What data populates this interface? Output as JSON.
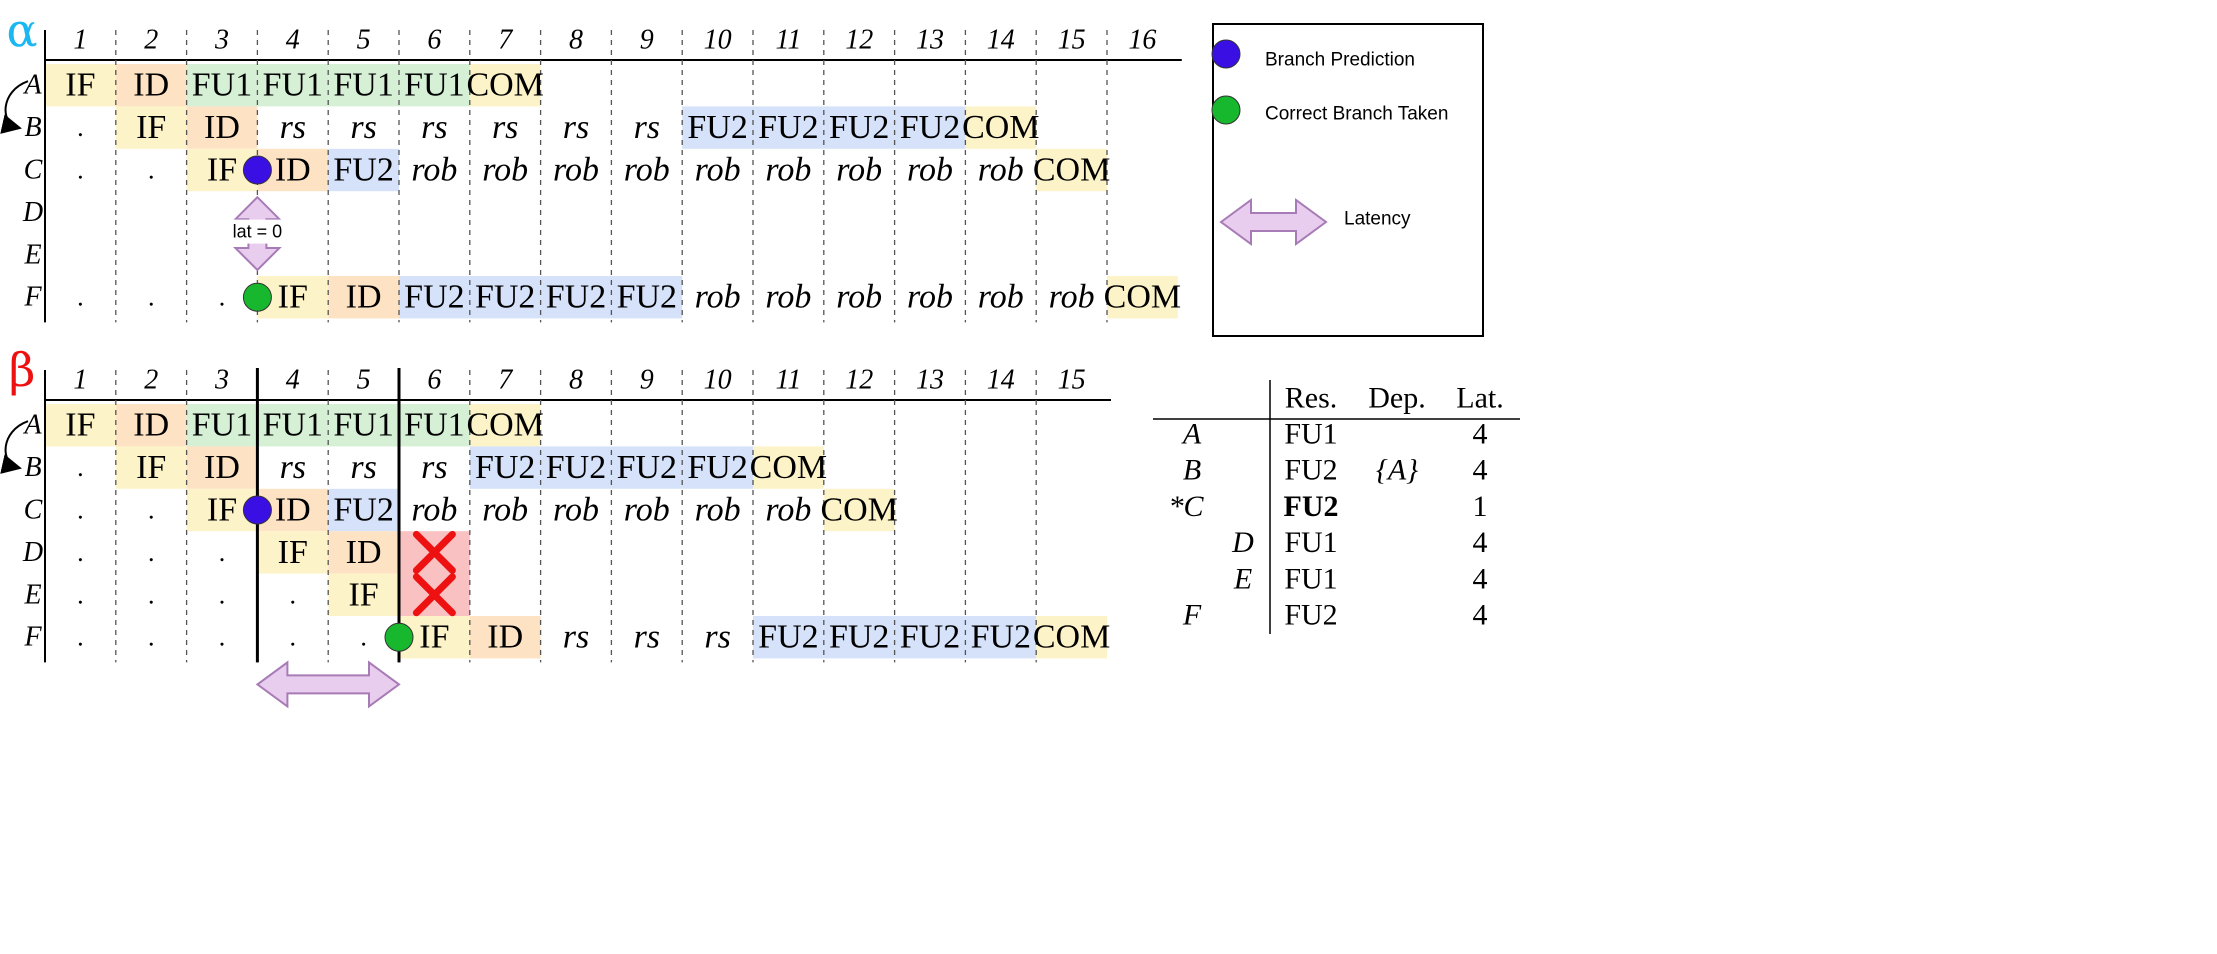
{
  "colors": {
    "IF": "#fdf3c8",
    "ID": "#fde2c4",
    "FU1": "#d6f0d6",
    "FU2": "#d5e2f9",
    "COM": "#fdf3c8",
    "squash": "#f9c1c1",
    "cross": "#ee1111",
    "predict_dot": "#3a0fe3",
    "correct_dot": "#18b82e",
    "latency_arrow_fill": "#e8cdee",
    "latency_arrow_stroke": "#a77bb5",
    "alpha": "#1ab7f0",
    "beta": "#ee1111"
  },
  "alpha": {
    "greek": "α",
    "columns": [
      "1",
      "2",
      "3",
      "4",
      "5",
      "6",
      "7",
      "8",
      "9",
      "10",
      "11",
      "12",
      "13",
      "14",
      "15",
      "16"
    ],
    "rows": [
      {
        "label": "A",
        "cells": [
          "IF",
          "ID",
          "FU1",
          "FU1",
          "FU1",
          "FU1",
          "COM",
          "",
          "",
          "",
          "",
          "",
          "",
          "",
          "",
          ""
        ]
      },
      {
        "label": "B",
        "cells": [
          ".",
          "IF",
          "ID",
          "rs",
          "rs",
          "rs",
          "rs",
          "rs",
          "rs",
          "FU2",
          "FU2",
          "FU2",
          "FU2",
          "COM",
          "",
          ""
        ]
      },
      {
        "label": "C",
        "cells": [
          ".",
          ".",
          "IF",
          "ID",
          "FU2",
          "rob",
          "rob",
          "rob",
          "rob",
          "rob",
          "rob",
          "rob",
          "rob",
          "rob",
          "COM",
          ""
        ]
      },
      {
        "label": "D",
        "cells": [
          "",
          "",
          "",
          "",
          "",
          "",
          "",
          "",
          "",
          "",
          "",
          "",
          "",
          "",
          "",
          ""
        ]
      },
      {
        "label": "E",
        "cells": [
          "",
          "",
          "",
          "",
          "",
          "",
          "",
          "",
          "",
          "",
          "",
          "",
          "",
          "",
          "",
          ""
        ]
      },
      {
        "label": "F",
        "cells": [
          ".",
          ".",
          ".",
          "IF",
          "ID",
          "FU2",
          "FU2",
          "FU2",
          "FU2",
          "rob",
          "rob",
          "rob",
          "rob",
          "rob",
          "rob",
          "COM"
        ]
      }
    ],
    "latency_label": "lat = 0"
  },
  "beta": {
    "greek": "β",
    "columns": [
      "1",
      "2",
      "3",
      "4",
      "5",
      "6",
      "7",
      "8",
      "9",
      "10",
      "11",
      "12",
      "13",
      "14",
      "15"
    ],
    "rows": [
      {
        "label": "A",
        "cells": [
          "IF",
          "ID",
          "FU1",
          "FU1",
          "FU1",
          "FU1",
          "COM",
          "",
          "",
          "",
          "",
          "",
          "",
          "",
          ""
        ]
      },
      {
        "label": "B",
        "cells": [
          ".",
          "IF",
          "ID",
          "rs",
          "rs",
          "rs",
          "FU2",
          "FU2",
          "FU2",
          "FU2",
          "COM",
          "",
          "",
          "",
          ""
        ]
      },
      {
        "label": "C",
        "cells": [
          ".",
          ".",
          "IF",
          "ID",
          "FU2",
          "rob",
          "rob",
          "rob",
          "rob",
          "rob",
          "rob",
          "COM",
          "",
          "",
          ""
        ]
      },
      {
        "label": "D",
        "cells": [
          ".",
          ".",
          ".",
          "IF",
          "ID",
          "",
          "",
          "",
          "",
          "",
          "",
          "",
          "",
          "",
          ""
        ]
      },
      {
        "label": "E",
        "cells": [
          ".",
          ".",
          ".",
          ".",
          "IF",
          "",
          "",
          "",
          "",
          "",
          "",
          "",
          "",
          "",
          ""
        ]
      },
      {
        "label": "F",
        "cells": [
          ".",
          ".",
          ".",
          ".",
          ".",
          "IF",
          "ID",
          "rs",
          "rs",
          "rs",
          "FU2",
          "FU2",
          "FU2",
          "FU2",
          "COM"
        ]
      }
    ]
  },
  "legend": {
    "branch_prediction": "Branch Prediction",
    "correct_branch_taken": "Correct Branch Taken",
    "latency": "Latency"
  },
  "table": {
    "headers": [
      "Res.",
      "Dep.",
      "Lat."
    ],
    "rows": [
      {
        "label": "A",
        "res": "FU1",
        "dep": "",
        "lat": "4",
        "bold": false
      },
      {
        "label": "B",
        "res": "FU2",
        "dep": "{A}",
        "lat": "4",
        "bold": false
      },
      {
        "label": "*C",
        "res": "FU2",
        "dep": "",
        "lat": "1",
        "bold": true
      },
      {
        "label": "D",
        "res": "FU1",
        "dep": "",
        "lat": "4",
        "bold": false
      },
      {
        "label": "E",
        "res": "FU1",
        "dep": "",
        "lat": "4",
        "bold": false
      },
      {
        "label": "F",
        "res": "FU2",
        "dep": "",
        "lat": "4",
        "bold": false
      }
    ]
  }
}
